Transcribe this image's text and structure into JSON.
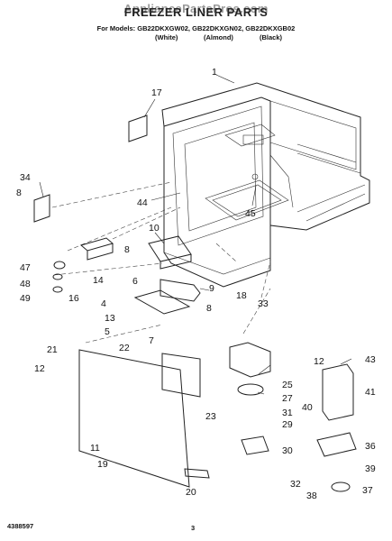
{
  "header": {
    "watermark": "AppliancePartsPros.com",
    "title": "FREEZER LINER PARTS",
    "models_line": "For Models: GB22DKXGW02, GB22DKXGN02, GB22DKXGB02",
    "colors": [
      "(White)",
      "(Almond)",
      "(Black)"
    ]
  },
  "footer": {
    "document_number": "4388597",
    "page_number": "3"
  },
  "callouts": [
    "1",
    "17",
    "34",
    "8",
    "44",
    "45",
    "10",
    "8",
    "47",
    "14",
    "48",
    "49",
    "16",
    "6",
    "9",
    "18",
    "33",
    "4",
    "13",
    "8",
    "5",
    "7",
    "22",
    "21",
    "12",
    "25",
    "27",
    "31",
    "29",
    "30",
    "12",
    "43",
    "41",
    "40",
    "36",
    "39",
    "11",
    "19",
    "23",
    "20",
    "32",
    "38",
    "37"
  ]
}
